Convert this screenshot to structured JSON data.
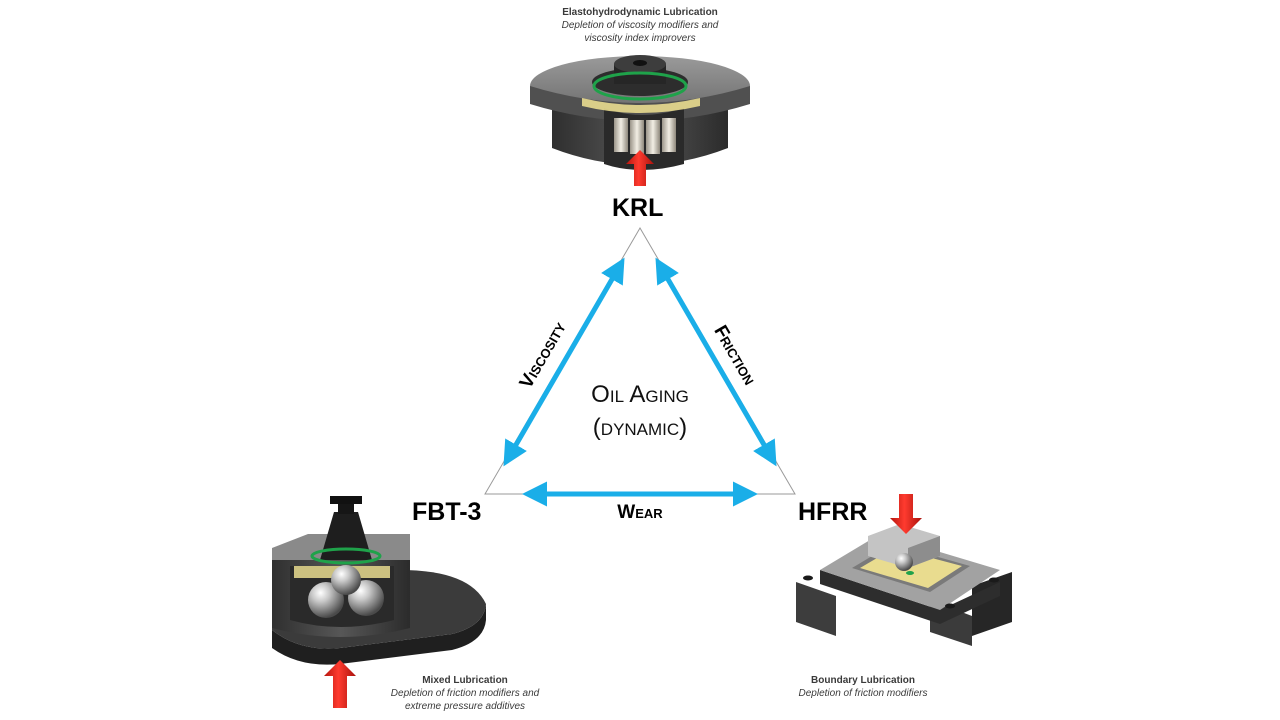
{
  "krl": {
    "label": "KRL",
    "caption_title": "Elastohydrodynamic Lubrication",
    "caption_desc": "Depletion of viscosity modifiers and\nviscosity index improvers"
  },
  "fbt": {
    "label": "FBT-3",
    "caption_title": "Mixed Lubrication",
    "caption_desc": "Depletion of friction modifiers and\nextreme pressure additives"
  },
  "hfrr": {
    "label": "HFRR",
    "caption_title": "Boundary Lubrication",
    "caption_desc": "Depletion of friction modifiers"
  },
  "center": {
    "line1": "Oil Aging",
    "line2": "(dynamic)"
  },
  "edges": {
    "left": "Viscosity",
    "right": "Friction",
    "bottom": "Wear"
  },
  "colors": {
    "arrow": "#1aaee8",
    "load_arrow": "#e8231a",
    "ring": "#1fa24a",
    "lubricant": "#e9dc8f",
    "metal_dark": "#3d3d3d",
    "metal_mid": "#7a7a7a"
  },
  "icons": {
    "krl_device": "tapered-roller-bearing-tester-icon",
    "fbt_device": "four-ball-tester-icon",
    "hfrr_device": "reciprocating-rig-icon",
    "load_arrow": "load-arrow-icon"
  }
}
